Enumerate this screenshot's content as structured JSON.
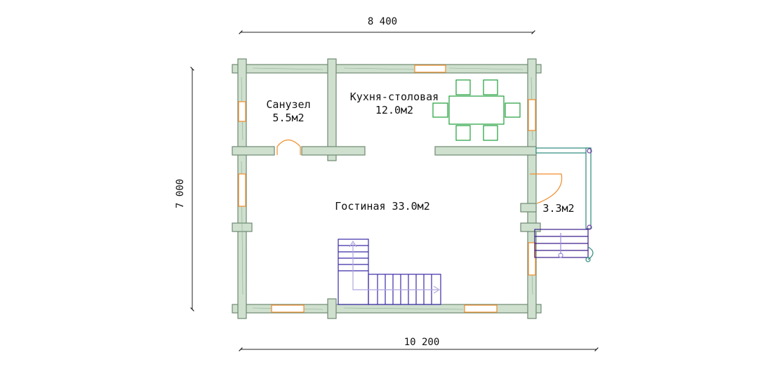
{
  "dimensions": {
    "top_width": "8 400",
    "bottom_width": "10 200",
    "left_height": "7 000"
  },
  "rooms": {
    "bathroom_name": "Санузел",
    "bathroom_area": "5.5м2",
    "kitchen_name": "Кухня-столовая",
    "kitchen_area": "12.0м2",
    "living": "Гостиная 33.0м2",
    "porch_area": "3.3м2"
  },
  "colors": {
    "wall_fill": "#cfe0cf",
    "wall_stroke": "#6f8a72",
    "window": "#f08c2a",
    "furniture": "#1f9e3a",
    "stairs": "#3a2aa8",
    "porch_rail": "#2a8a7a",
    "porch_stairs": "#3a1e8a",
    "door": "#f08c2a",
    "dimension_line": "#222222"
  }
}
